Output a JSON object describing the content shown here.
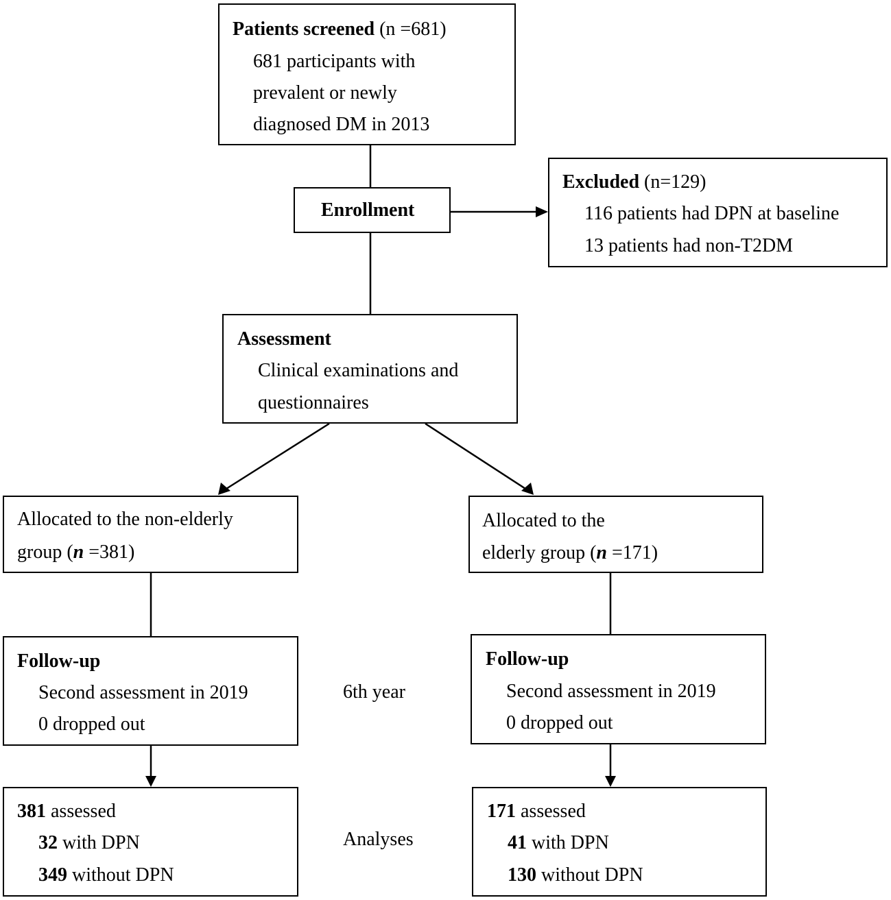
{
  "screened": {
    "title": "Patients screened",
    "count": " (n =681)",
    "lines": [
      "681 participants with",
      "prevalent or newly",
      "diagnosed DM in 2013"
    ]
  },
  "enrollment": {
    "title": "Enrollment"
  },
  "excluded": {
    "title": "Excluded",
    "count": " (n=129)",
    "lines": [
      "116 patients had DPN at baseline",
      "13 patients had non-T2DM"
    ]
  },
  "assessment": {
    "title": "Assessment",
    "lines": [
      "Clinical examinations and",
      "questionnaires"
    ]
  },
  "non_elderly": {
    "line1": "Allocated to the non-elderly",
    "line2_pre": "group (",
    "n": "n",
    "line2_post": " =381)"
  },
  "elderly": {
    "line1": "Allocated to the",
    "line2_pre": "elderly group (",
    "n": "n",
    "line2_post": " =171)"
  },
  "followup_left": {
    "title": "Follow-up",
    "lines": [
      "Second assessment in 2019",
      "0 dropped out"
    ]
  },
  "followup_right": {
    "title": "Follow-up",
    "lines": [
      "Second assessment in 2019",
      "0 dropped out"
    ]
  },
  "analysis_left": {
    "assessed_n": "381",
    "assessed_t": " assessed",
    "with_n": "32",
    "with_t": " with DPN",
    "without_n": "349",
    "without_t": " without DPN"
  },
  "analysis_right": {
    "assessed_n": "171",
    "assessed_t": " assessed",
    "with_n": "41",
    "with_t": " with DPN",
    "without_n": "130",
    "without_t": " without DPN"
  },
  "side_labels": {
    "year": "6th year",
    "analyses": "Analyses"
  }
}
